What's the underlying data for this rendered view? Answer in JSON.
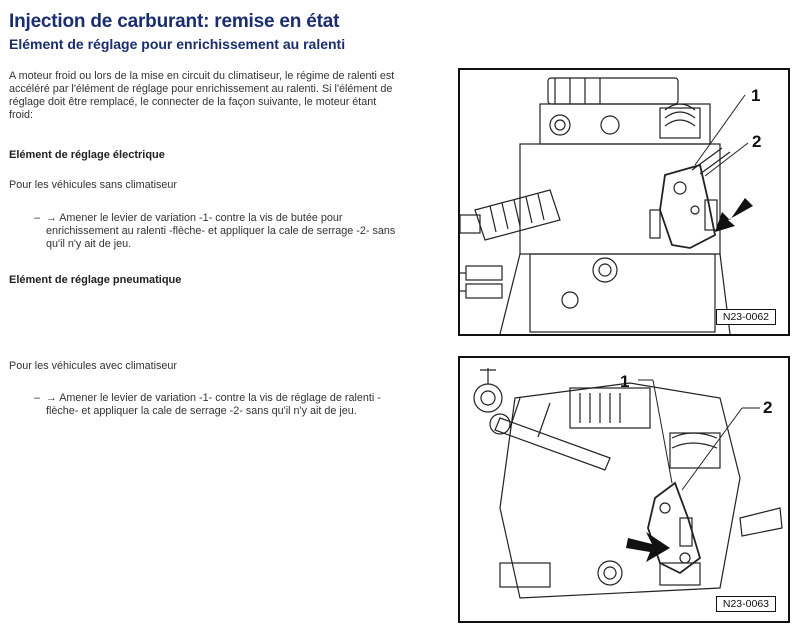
{
  "header": {
    "title": "Injection de carburant: remise en état",
    "subtitle": "Elément de réglage pour enrichissement au ralenti"
  },
  "intro": {
    "line1": "A moteur froid ou lors de la mise en circuit du climatiseur, le régime de ralenti est",
    "line2": "accéléré par l'élément de réglage pour enrichissement au ralenti. Si l'élément de",
    "line3": "réglage doit être remplacé, le connecter de la façon suivante, le moteur étant",
    "line4": "froid:"
  },
  "section_electric": {
    "heading": "Elément de réglage électrique",
    "vehicle_condition": "Pour les véhicules sans climatiseur",
    "step": {
      "dash": "–",
      "line1": "→ Amener le levier de variation -1- contre la vis de butée pour",
      "line2": "enrichissement au ralenti -flèche- et appliquer la cale de serrage -2- sans",
      "line3": "qu'il n'y ait de jeu."
    }
  },
  "section_pneumatic": {
    "heading": "Elément de réglage pneumatique",
    "vehicle_condition": "Pour les véhicules avec climatiseur",
    "step": {
      "dash": "–",
      "line1": "→ Amener le levier de variation -1- contre la vis de réglage de ralenti -",
      "line2": "flèche- et appliquer la cale de serrage -2- sans qu'il n'y ait de jeu."
    }
  },
  "figure1": {
    "code": "N23-0062",
    "callout1": "1",
    "callout2": "2"
  },
  "figure2": {
    "code": "N23-0063",
    "callout1": "1",
    "callout2": "2"
  }
}
